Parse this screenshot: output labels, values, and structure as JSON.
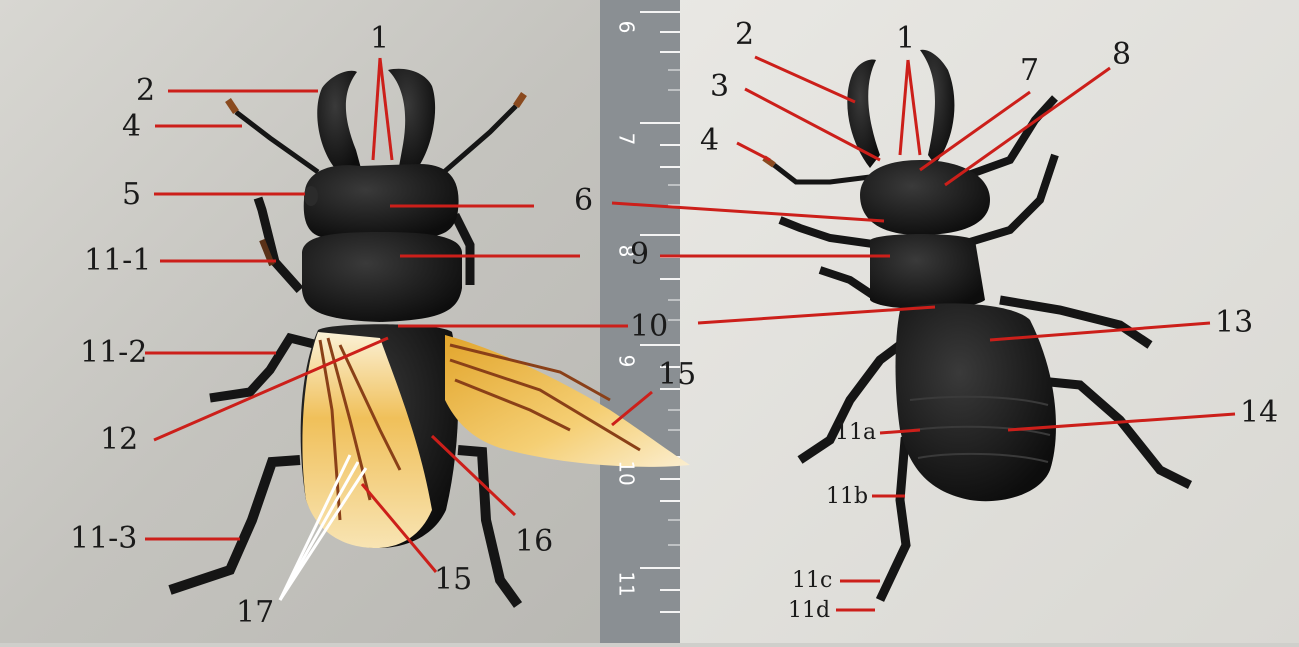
{
  "left_labels": {
    "l1": "1",
    "l2": "2",
    "l4": "4",
    "l5": "5",
    "l11_1": "11-1",
    "l11_2": "11-2",
    "l11_3": "11-3",
    "l12": "12",
    "l15a": "15",
    "l15b": "15",
    "l16": "16",
    "l17": "17",
    "l10": "10"
  },
  "right_labels": {
    "r1": "1",
    "r2": "2",
    "r3": "3",
    "r4": "4",
    "r6": "6",
    "r7": "7",
    "r8": "8",
    "r9": "9",
    "r13": "13",
    "r14": "14",
    "r11a": "11a",
    "r11b": "11b",
    "r11c": "11c",
    "r11d": "11d"
  },
  "ruler": {
    "marks": [
      "6",
      "7",
      "8",
      "9",
      "10",
      "11"
    ]
  },
  "colors": {
    "leader_line": "#cc1f1a",
    "beetle": "#151515",
    "wing": "#f3c866",
    "ruler": "#8a8f93"
  }
}
